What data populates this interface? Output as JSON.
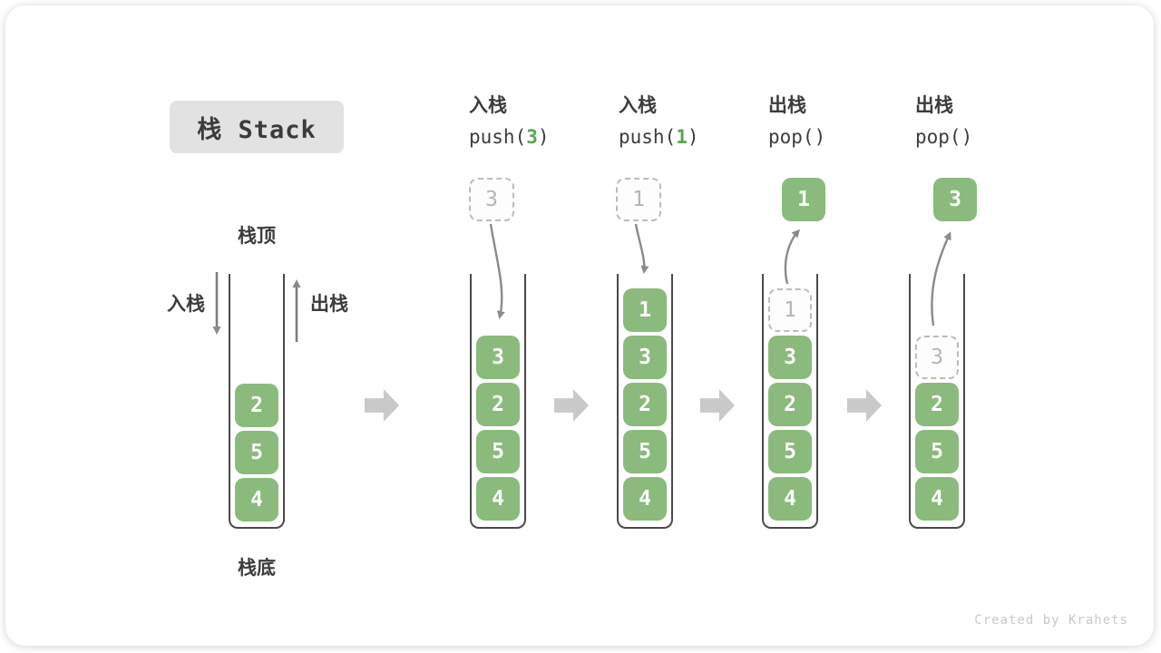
{
  "title": "栈 Stack",
  "annotations": {
    "stack_top": "栈顶",
    "stack_bottom": "栈底",
    "push_side": "入栈",
    "pop_side": "出栈"
  },
  "watermark": "Created by Krahets",
  "colors": {
    "cell_green": "#8bba7d",
    "code_arg_green": "#5aa653",
    "ghost_border_gray": "#bcbcbc",
    "ghost_text_gray": "#b5b5b5",
    "curve_arrow_gray": "#8a8a8a",
    "step_arrow_gray": "#c9c9c9",
    "title_bg": "#e2e2e2",
    "text_dark": "#3c3c3c"
  },
  "stacks": [
    {
      "name": "initial",
      "cells": [
        {
          "v": "2"
        },
        {
          "v": "5"
        },
        {
          "v": "4"
        }
      ]
    },
    {
      "name": "after-push-3",
      "op": {
        "line1": "入栈",
        "pre": "push(",
        "arg": "3",
        "post": ")"
      },
      "float": {
        "v": "3"
      },
      "cells": [
        {
          "v": "3"
        },
        {
          "v": "2"
        },
        {
          "v": "5"
        },
        {
          "v": "4"
        }
      ]
    },
    {
      "name": "after-push-1",
      "op": {
        "line1": "入栈",
        "pre": "push(",
        "arg": "1",
        "post": ")"
      },
      "float": {
        "v": "1"
      },
      "cells": [
        {
          "v": "1"
        },
        {
          "v": "3"
        },
        {
          "v": "2"
        },
        {
          "v": "5"
        },
        {
          "v": "4"
        }
      ]
    },
    {
      "name": "after-pop-1",
      "op": {
        "line1": "出栈",
        "pre": "pop(",
        "arg": "",
        "post": ")"
      },
      "float": {
        "v": "1"
      },
      "cells": [
        {
          "v": "1",
          "ghost": true
        },
        {
          "v": "3"
        },
        {
          "v": "2"
        },
        {
          "v": "5"
        },
        {
          "v": "4"
        }
      ]
    },
    {
      "name": "after-pop-3",
      "op": {
        "line1": "出栈",
        "pre": "pop(",
        "arg": "",
        "post": ")"
      },
      "float": {
        "v": "3"
      },
      "cells": [
        {
          "v": "3",
          "ghost": true
        },
        {
          "v": "2"
        },
        {
          "v": "5"
        },
        {
          "v": "4"
        }
      ]
    }
  ]
}
